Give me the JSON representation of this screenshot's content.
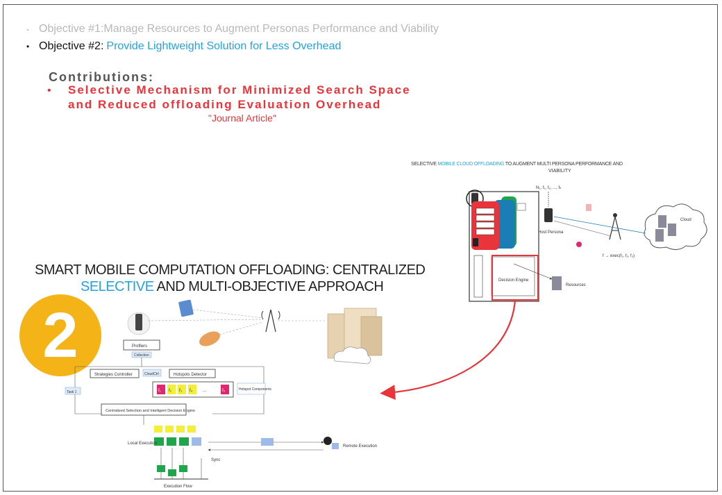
{
  "objectives": [
    {
      "bullet": "-",
      "prefix": "Objective #1: ",
      "text": "Manage Resources to Augment Personas Performance and Viability"
    },
    {
      "bullet": "•",
      "prefix": "Objective #2: ",
      "text": "Provide Lightweight Solution for Less Overhead"
    }
  ],
  "contributions": {
    "heading": "Contributions:",
    "bullet": "•",
    "line1": "Selective Mechanism for Minimized Search Space",
    "line2": "and Reduced offloading Evaluation Overhead",
    "note": "\"Journal Article\""
  },
  "main_diagram": {
    "title_line1": "SMART MOBILE COMPUTATION OFFLOADING: CENTRALIZED",
    "title_line2_highlight": "SELECTIVE",
    "title_line2_rest": " AND MULTI-OBJECTIVE APPROACH",
    "badge": "2",
    "labels": {
      "profilers": "Profilers",
      "profilers_sub": "Collection",
      "strategies": "Strategies Controller",
      "hotspots": "Hotspots Detector",
      "cloud": "CloudCtrl",
      "decision": "Centralized Selection and Intelligent Decision Engine",
      "local": "Local Execution",
      "remote": "Remote Execution",
      "execution_flow": "Execution Flow",
      "sync": "Sync",
      "hotspot_components": "Hotspot Components",
      "task": "Task 1",
      "ellipsis": "...",
      "fs": [
        "f₁",
        "f₂",
        "f₃",
        "f₄",
        "f₅"
      ]
    }
  },
  "small_diagram": {
    "title_prefix": "SELECTIVE ",
    "title_highlight": "MOBILE CLOUD OFFLOADING",
    "title_rest": " TO AUGMENT MULTI PERSONA PERFORMANCE AND",
    "title_line2": "VIABILITY",
    "labels": {
      "decision_engine": "Decision Engine",
      "cloud": "Cloud",
      "resources": "Resources",
      "host": "Host Persona",
      "formula_top": "N₁, f₁, f₂, ..., fₕ",
      "formula_bottom": "f → exec(f₁, f₂, f₃)"
    }
  },
  "colors": {
    "accent_blue": "#22a3e0",
    "red": "#e8343a",
    "badge": "#f4b417",
    "green": "#1fa64a",
    "yellow": "#f2ee3a",
    "magenta": "#e0266f",
    "teal": "#1a7db3"
  }
}
